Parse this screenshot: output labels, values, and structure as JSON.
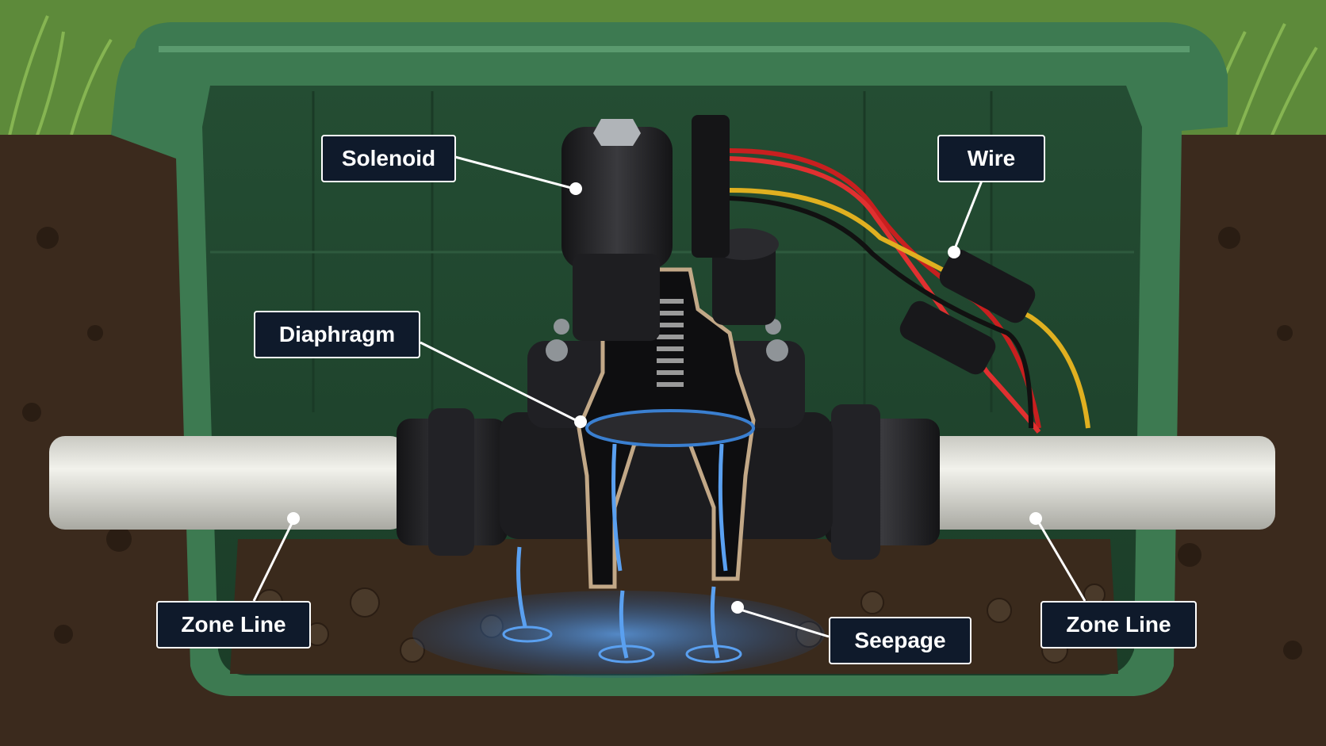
{
  "labels": {
    "solenoid": "Solenoid",
    "wire": "Wire",
    "diaphragm": "Diaphragm",
    "zone_line_left": "Zone Line",
    "zone_line_right": "Zone Line",
    "seepage": "Seepage"
  },
  "colors": {
    "label_bg": "#0f1a2b",
    "label_text": "#ffffff",
    "box_green": "#2f5e3e",
    "soil": "#3b2a1d",
    "pipe": "#e6e6e0",
    "valve": "#1e1e20",
    "wire_red": "#c81f1f",
    "wire_yellow": "#e0b020",
    "water": "#3a7fd0"
  }
}
